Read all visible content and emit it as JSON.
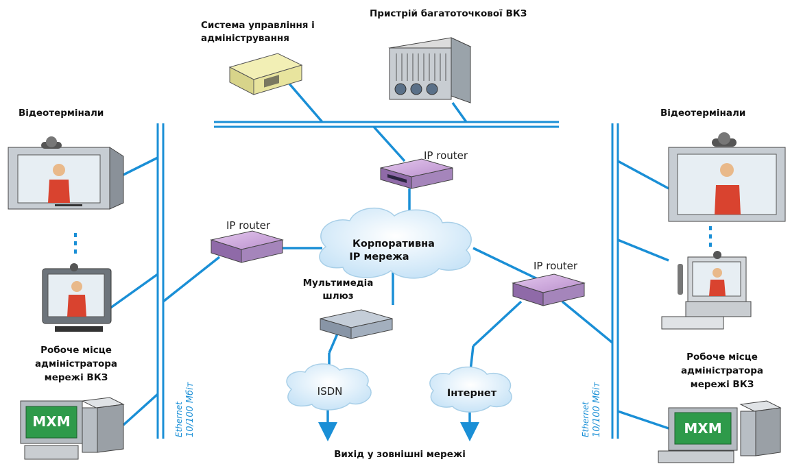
{
  "labels": {
    "mgmt_line1": "Система управління і",
    "mgmt_line2": "адміністрування",
    "mcu": "Пристрій багатоточкової ВКЗ",
    "videoterm_left": "Відеотермінали",
    "videoterm_right": "Відеотермінали",
    "router_top": "IP router",
    "router_left": "IP router",
    "router_right": "IP router",
    "corp_line1": "Корпоративна",
    "corp_line2": "IP мережа",
    "gw_line1": "Мультимедіа",
    "gw_line2": "шлюз",
    "isdn": "ISDN",
    "internet": "Інтернет",
    "admin_left_1": "Робоче місце",
    "admin_left_2": "адміністратора",
    "admin_left_3": "мережі ВКЗ",
    "admin_right_1": "Робоче місце",
    "admin_right_2": "адміністратора",
    "admin_right_3": "мережі ВКЗ",
    "eth_left_1": "Ethernet",
    "eth_left_2": "10/100 Мбіт",
    "eth_right_1": "Ethernet",
    "eth_right_2": "10/100 Мбіт",
    "exit": "Вихід у зовнішні мережі",
    "screen_left": "MXM",
    "screen_right": "MXM"
  },
  "colors": {
    "line": "#1a8fd6",
    "router": "#c9a3d6",
    "cloud": "#dbeefa",
    "screen": "#2e9a4a"
  }
}
